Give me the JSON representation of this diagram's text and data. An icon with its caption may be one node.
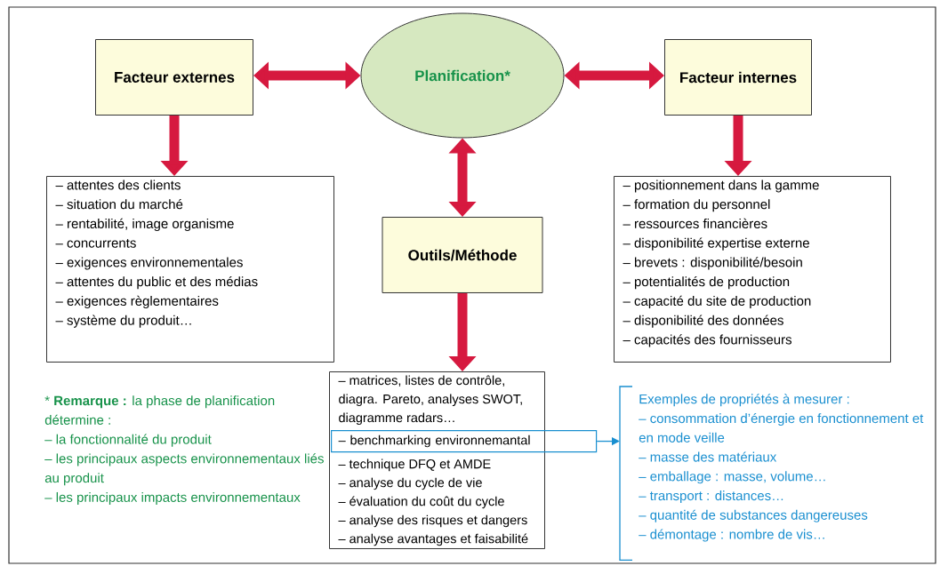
{
  "diagram": {
    "nodes": [
      {
        "text": [
          "Planification*"
        ]
      },
      {
        "text": [
          "Facteur externes"
        ]
      },
      {
        "text": [
          "Facteur internes"
        ]
      },
      {
        "text": [
          "Outils/Méthode"
        ]
      },
      {
        "text": [
          "– attentes des clients",
          "– situation du marché",
          "– rentabilité, image organisme",
          "– concurrents",
          "– exigences environnementales",
          "– attentes du public et des médias",
          "– exigences règlementaires",
          "– système du produit…"
        ]
      },
      {
        "text": [
          "– positionnement dans la gamme",
          "– formation du personnel",
          "– ressources financières",
          "– disponibilité expertise externe",
          "– brevets : disponibilité/besoin",
          "– potentialités de production",
          "– capacité du site de production",
          "– disponibilité des données",
          "– capacités des fournisseurs"
        ]
      },
      {
        "text": [
          "– matrices, listes de contrôle, diagra. Pareto, analyses SWOT, diagramme radars…",
          "– technique DFQ et AMDE",
          "– analyse du cycle de vie",
          "– évaluation du coût du cycle",
          "– analyse des risques et dangers",
          "– analyse avantages et faisabilité"
        ]
      },
      {
        "text": [
          "– benchmarking environnemantal"
        ]
      },
      {
        "text": [
          "Exemples de propriétés à mesurer :",
          "– consommation d’énergie en fonctionnement et en mode veille",
          "– masse des matériaux",
          "– emballage : masse, volume…",
          "– transport : distances…",
          "– quantité de substances dangereuses",
          "– démontage : nombre de vis…"
        ]
      }
    ],
    "edges": [
      {
        "from": 1,
        "to": 0,
        "arrow": "both"
      },
      {
        "from": 0,
        "to": 2,
        "arrow": "both"
      },
      {
        "from": 0,
        "to": 3,
        "arrow": "both"
      },
      {
        "from": 1,
        "to": 4,
        "arrow": "to"
      },
      {
        "from": 2,
        "to": 5,
        "arrow": "to"
      },
      {
        "from": 3,
        "to": 6,
        "arrow": "to"
      },
      {
        "from": 7,
        "to": 8,
        "arrow": "to",
        "color": "#1a8fd0"
      }
    ],
    "labels": [
      "* **Remarque :** la phase de planification détermine :",
      "– la fonctionnalité du produit",
      "– les principaux aspects environnementaux liés au produit",
      "– les principaux impacts environnementaux"
    ]
  }
}
